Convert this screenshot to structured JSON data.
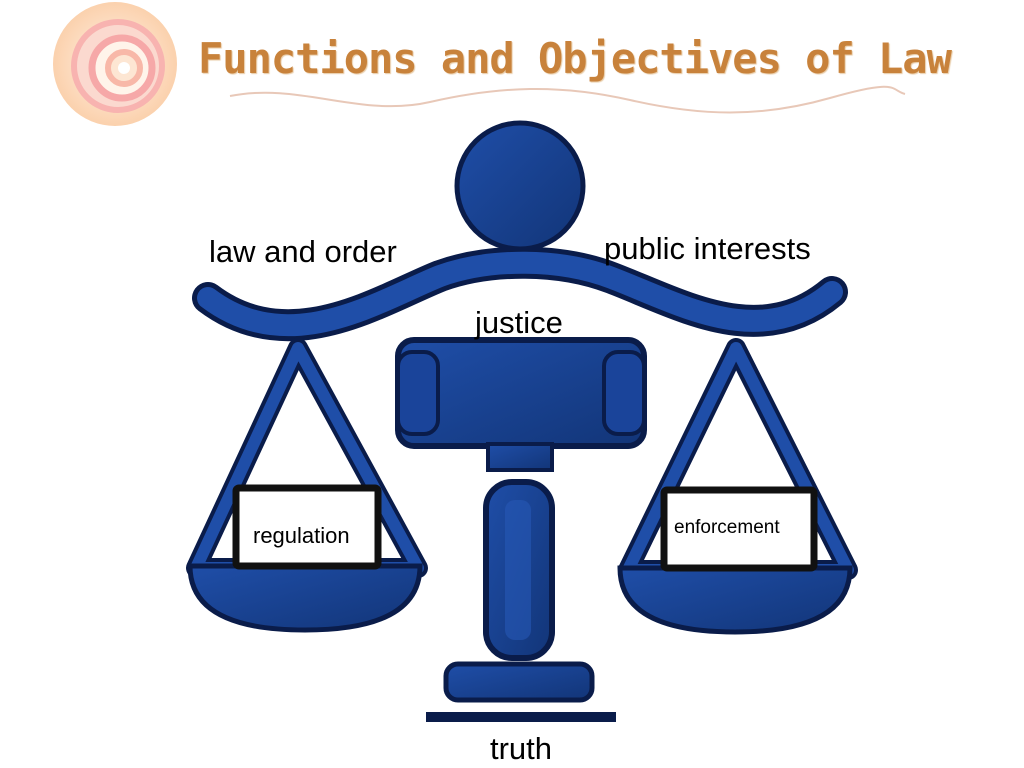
{
  "slide": {
    "title": "Functions and Objectives of Law"
  },
  "diagram": {
    "left_arm_label": "law and order",
    "right_arm_label": "public interests",
    "center_label": "justice",
    "left_pan_label": "regulation",
    "right_pan_label": "enforcement",
    "base_label": "truth"
  },
  "icons": {
    "logo": "concentric-circles-logo",
    "figure": "scales-of-justice-with-gavel"
  },
  "colors": {
    "title": "#c8823b",
    "scale_fill": "#173f93",
    "scale_dark": "#0a1c4a",
    "logo_outer": "#fbd3b1",
    "logo_ring": "#f6a8a8"
  }
}
